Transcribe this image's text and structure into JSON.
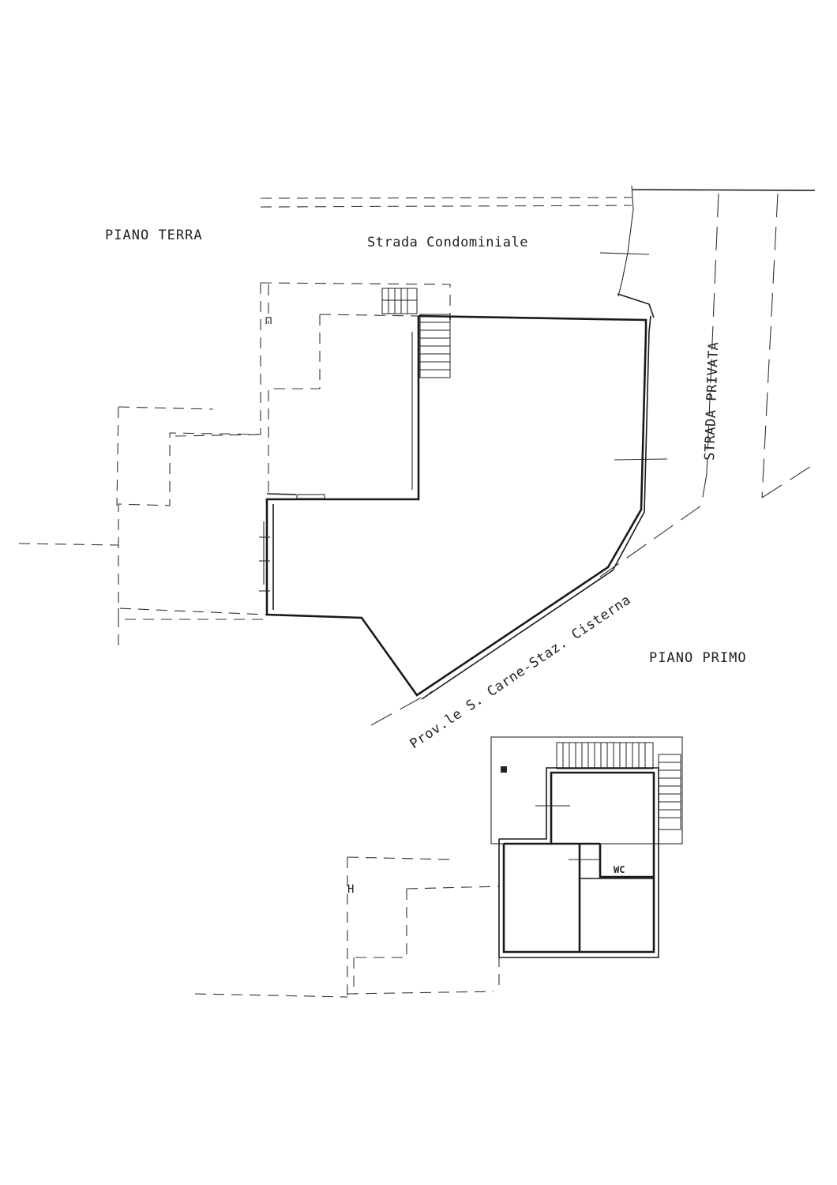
{
  "labels": {
    "ground_floor": "PIANO TERRA",
    "first_floor": "PIANO PRIMO",
    "condo_road": "Strada Condominiale",
    "private_road": "STRADA PRIVATA",
    "provincial_road": "Prov.le S. Carne-Staz. Cisterna",
    "wc": "WC"
  },
  "colors": {
    "ink": "#1a1a1a",
    "paper": "#ffffff"
  }
}
